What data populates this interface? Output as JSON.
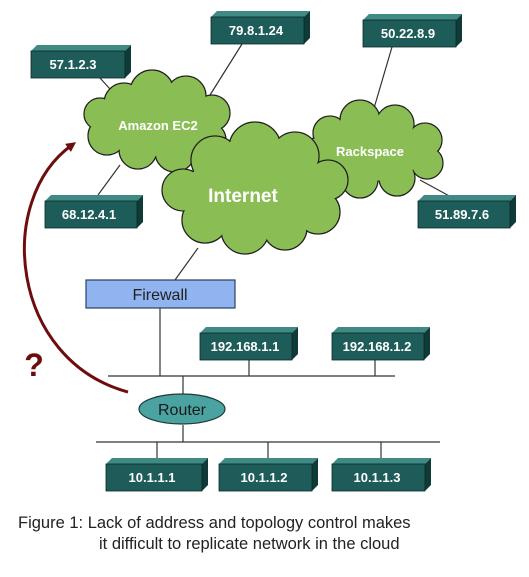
{
  "colors": {
    "node_fill": "#1d5c58",
    "node_side": "#0f3a37",
    "node_top": "#3f8a85",
    "cloud_fill": "#8bbd55",
    "cloud_stroke": "#1f1f1f",
    "firewall_fill": "#8fb4f0",
    "router_fill": "#4aa3a0",
    "arrow": "#6e0d0d",
    "line": "#333333"
  },
  "clouds": {
    "amazon": "Amazon EC2",
    "internet": "Internet",
    "rackspace": "Rackspace"
  },
  "public_ips": {
    "ip1": "57.1.2.3",
    "ip2": "79.8.1.24",
    "ip3": "50.22.8.9",
    "ip4": "68.12.4.1",
    "ip5": "51.89.7.6"
  },
  "firewall_label": "Firewall",
  "router_label": "Router",
  "dmz_hosts": {
    "h1": "192.168.1.1",
    "h2": "192.168.1.2"
  },
  "lan_hosts": {
    "h1": "10.1.1.1",
    "h2": "10.1.1.2",
    "h3": "10.1.1.3"
  },
  "question_mark": "?",
  "caption": {
    "line1": "Figure 1: Lack of address and topology control makes",
    "line2": "it difficult to replicate network in the cloud"
  }
}
